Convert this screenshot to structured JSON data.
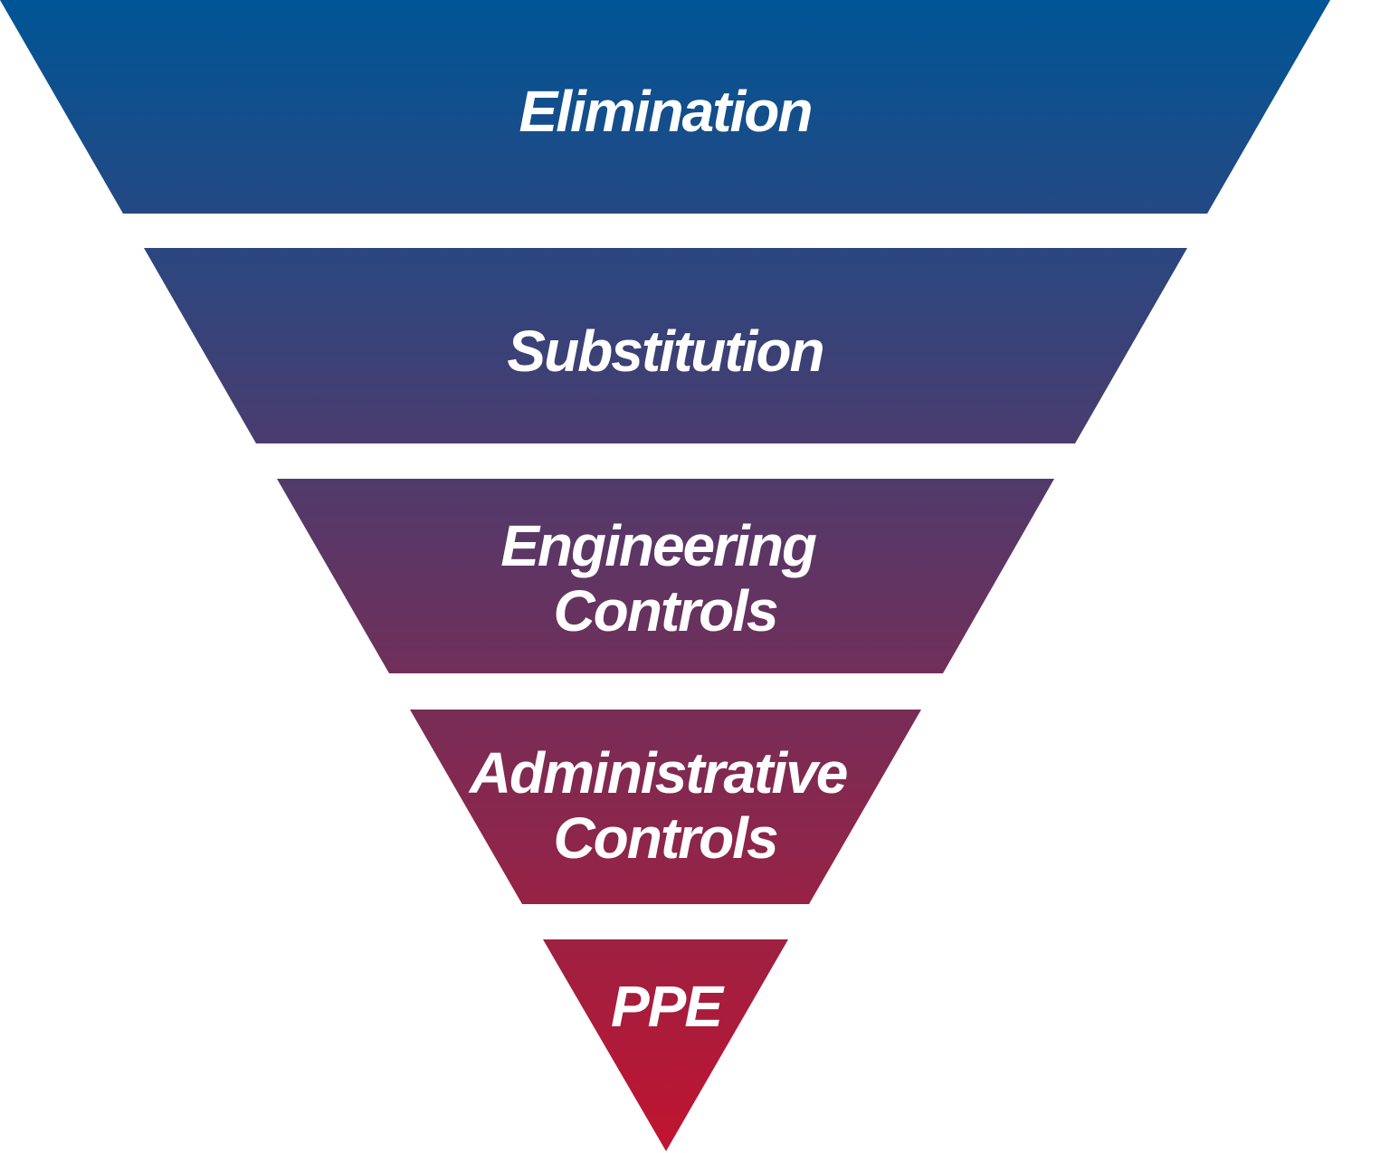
{
  "hierarchy": {
    "tiers": [
      {
        "id": "elimination",
        "lines": [
          "Elimination"
        ]
      },
      {
        "id": "substitution",
        "lines": [
          "Substitution"
        ]
      },
      {
        "id": "engineering-controls",
        "lines": [
          "Engineering",
          "Controls"
        ]
      },
      {
        "id": "administrative-controls",
        "lines": [
          "Administrative",
          "Controls"
        ]
      },
      {
        "id": "ppe",
        "lines": [
          "PPE"
        ]
      }
    ],
    "colors": {
      "top": "#005596",
      "bottom": "#c1142f",
      "text": "#ffffff",
      "background": "#ffffff"
    }
  }
}
